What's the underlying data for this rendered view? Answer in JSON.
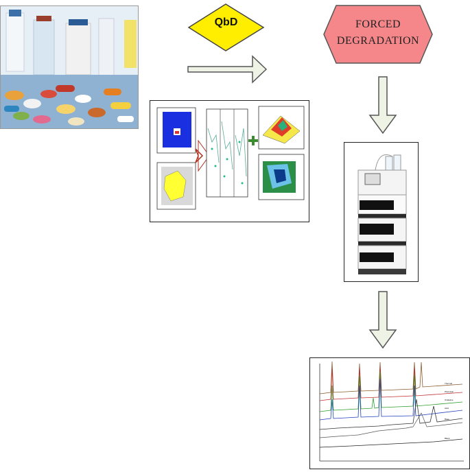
{
  "diagram": {
    "qbd_label": "QbD",
    "forced_degradation_line1": "FORCED",
    "forced_degradation_line2": "DEGRADATION",
    "colors": {
      "qbd_fill": "#ffee00",
      "qbd_stroke": "#444444",
      "forced_degradation_fill": "#f5878a",
      "forced_degradation_stroke": "#555555",
      "arrow_fill": "#eef3e6",
      "arrow_stroke": "#555555"
    },
    "images": {
      "pills_photo": "pharmaceutical-pills-photo",
      "design_of_experiments": "doe-response-surface-plots",
      "hplc_instrument": "hplc-system-photo",
      "chromatogram": "overlaid-chromatograms"
    },
    "chromatogram_legend": [
      "Thermal",
      "Photolytic",
      "Oxidative",
      "Acid",
      "Base",
      "Blank"
    ]
  }
}
